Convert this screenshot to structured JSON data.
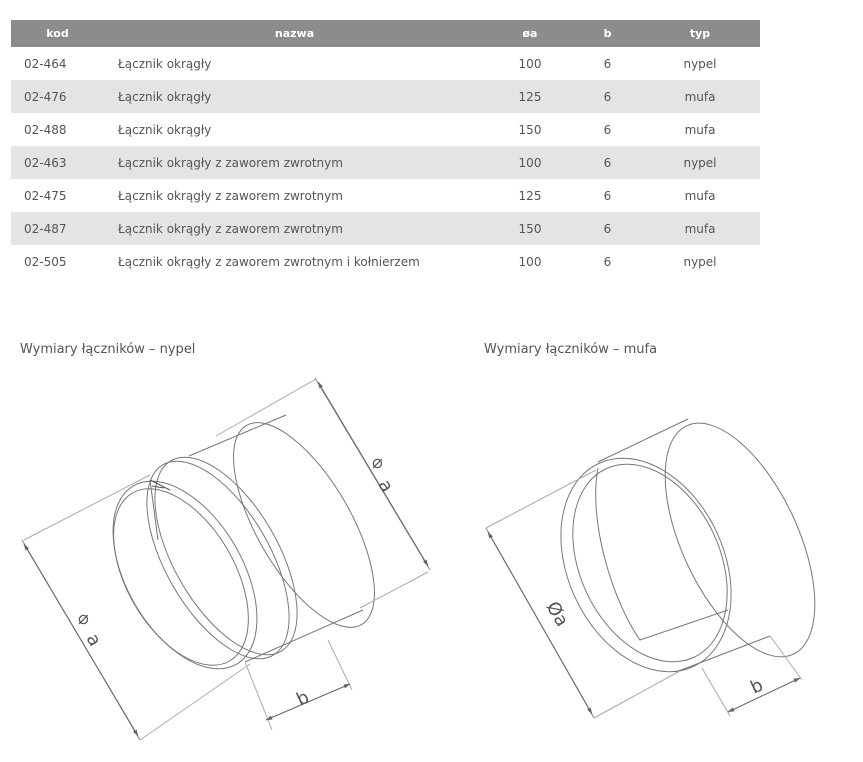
{
  "table": {
    "headers": {
      "kod": "kod",
      "nazwa": "nazwa",
      "a": "øa",
      "b": "b",
      "typ": "typ"
    },
    "rows": [
      {
        "kod": "02-464",
        "nazwa": "Łącznik okrągły",
        "a": "100",
        "b": "6",
        "typ": "nypel"
      },
      {
        "kod": "02-476",
        "nazwa": "Łącznik okrągły",
        "a": "125",
        "b": "6",
        "typ": "mufa"
      },
      {
        "kod": "02-488",
        "nazwa": "Łącznik okrągły",
        "a": "150",
        "b": "6",
        "typ": "mufa"
      },
      {
        "kod": "02-463",
        "nazwa": "Łącznik okrągły z zaworem zwrotnym",
        "a": "100",
        "b": "6",
        "typ": "nypel"
      },
      {
        "kod": "02-475",
        "nazwa": "Łącznik okrągły z zaworem zwrotnym",
        "a": "125",
        "b": "6",
        "typ": "mufa"
      },
      {
        "kod": "02-487",
        "nazwa": "Łącznik okrągły z zaworem zwrotnym",
        "a": "150",
        "b": "6",
        "typ": "mufa"
      },
      {
        "kod": "02-505",
        "nazwa": "Łącznik okrągły z zaworem zwrotnym i kołnierzem",
        "a": "100",
        "b": "6",
        "typ": "nypel"
      }
    ]
  },
  "captions": {
    "nypel": "Wymiary łączników – nypel",
    "mufa": "Wymiary łączników – mufa"
  },
  "drawing_labels": {
    "nypel_a_top": "a",
    "nypel_a_left": "a",
    "nypel_b": "b",
    "mufa_a": "Øa",
    "mufa_b": "b"
  }
}
